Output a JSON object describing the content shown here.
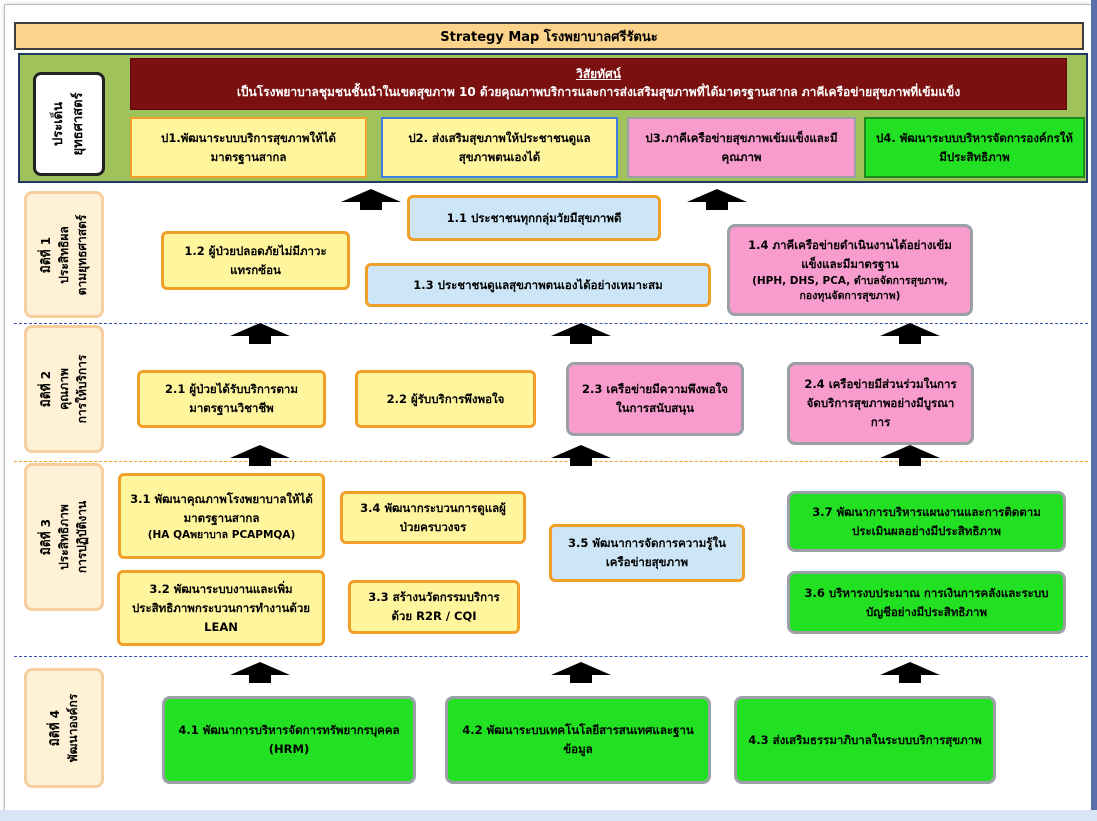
{
  "title": "Strategy Map  โรงพยาบาลศรีรัตนะ",
  "vision": {
    "heading": "วิสัยทัศน์",
    "text": "เป็นโรงพยาบาลชุมชนชั้นนำในเขตสุขภาพ 10 ด้วยคุณภาพบริการและการส่งเสริมสุขภาพที่ได้มาตรฐานสากล ภาคีเครือข่ายสุขภาพที่เข้มแข็ง"
  },
  "strategic_issue_label": [
    "ประเด็น",
    "ยุทธศาสตร์"
  ],
  "strategic_issues": [
    "ป1.พัฒนาระบบบริการสุขภาพให้ได้มาตรฐานสากล",
    "ป2. ส่งเสริมสุขภาพให้ประชาชนดูแลสุขภาพตนเองได้",
    "ป3.ภาคีเครือข่ายสุขภาพเข้มแข็งและมีคุณภาพ",
    "ป4. พัฒนาระบบบริหารจัดการองค์กรให้มีประสิทธิภาพ"
  ],
  "dimensions": [
    [
      "มิติที่ 1",
      "ประสิทธิผล",
      "ตามยุทธศาสตร์"
    ],
    [
      "มิติที่ 2",
      "คุณภาพ",
      "การให้บริการ"
    ],
    [
      "มิติที่ 3",
      "ประสิทธิภาพ",
      "การปฏิบัติงาน"
    ],
    [
      "มิติที่ 4",
      "พัฒนาองค์กร"
    ]
  ],
  "objectives": {
    "o1_1": "1.1 ประชาชนทุกกลุ่มวัยมีสุขภาพดี",
    "o1_2": "1.2 ผู้ป่วยปลอดภัยไม่มีภาวะแทรกซ้อน",
    "o1_3": "1.3 ประชาชนดูแลสุขภาพตนเองได้อย่างเหมาะสม",
    "o1_4a": "1.4 ภาคีเครือข่ายดำเนินงานได้อย่างเข้มแข็งและมีมาตรฐาน",
    "o1_4b": "(HPH, DHS, PCA, ตำบลจัดการสุขภาพ, กองทุนจัดการสุขภาพ)",
    "o2_1": "2.1 ผู้ป่วยได้รับบริการตามมาตรฐานวิชาชีพ",
    "o2_2": "2.2 ผู้รับบริการพึงพอใจ",
    "o2_3": "2.3 เครือข่ายมีความพึงพอใจในการสนับสนุน",
    "o2_4": "2.4 เครือข่ายมีส่วนร่วมในการจัดบริการสุขภาพอย่างมีบูรณาการ",
    "o3_1a": "3.1 พัฒนาคุณภาพโรงพยาบาลให้ได้มาตรฐานสากล",
    "o3_1b": "(HA QAพยาบาล PCAPMQA)",
    "o3_2": "3.2 พัฒนาระบบงานและเพิ่มประสิทธิภาพกระบวนการทำงานด้วย LEAN",
    "o3_3": "3.3 สร้างนวัตกรรมบริการด้วย  R2R / CQI",
    "o3_4": "3.4 พัฒนากระบวนการดูแลผู้ป่วยครบวงจร",
    "o3_5": "3.5 พัฒนาการจัดการความรู้ในเครือข่ายสุขภาพ",
    "o3_6": "3.6 บริหารงบประมาณ การเงินการคลังและระบบบัญชีอย่างมีประสิทธิภาพ",
    "o3_7": "3.7 พัฒนาการบริหารแผนงานและการติดตามประเมินผลอย่างมีประสิทธิภาพ",
    "o4_1": "4.1 พัฒนาการบริหารจัดการทรัพยากรบุคคล (HRM)",
    "o4_2": "4.2 พัฒนาระบบเทคโนโลยีสารสนเทศและฐานข้อมูล",
    "o4_3": "4.3 ส่งเสริมธรรมาภิบาลในระบบบริการสุขภาพ"
  },
  "colors": {
    "yellow": "#fff59d",
    "blue": "#cce6f7",
    "pink": "#f79ccd",
    "green": "#22e022",
    "orange_border": "#f0a028",
    "vision_bg": "#7b1010",
    "strategy_bg": "#a0c25a",
    "title_bg": "#fbd38a"
  }
}
